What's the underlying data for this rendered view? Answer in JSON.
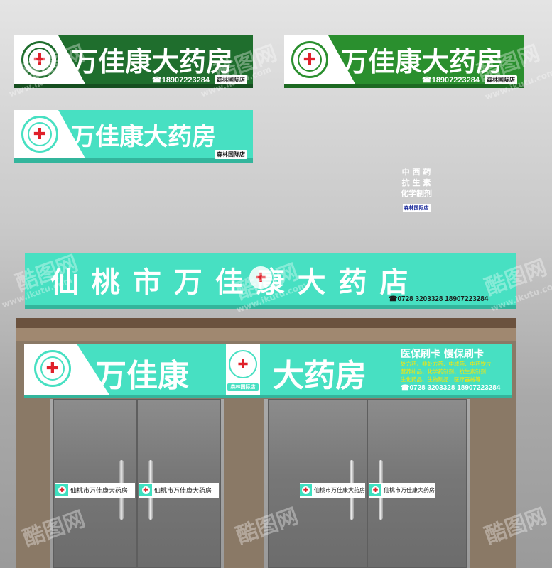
{
  "brand": {
    "store_name": "万佳康大药房",
    "phone_mobile": "☎18907223284",
    "branch": "森林国际店",
    "logo_text": "万佳康大药房",
    "logo_glyph": "✚"
  },
  "side_sign": {
    "lines": [
      "中 西 药",
      "抗 生 素",
      "化学制剂"
    ],
    "branch": "森林国际店"
  },
  "facade": {
    "upper_title": "仙 桃 市 万 佳 康 大 药 店",
    "upper_phone": "☎0728 3203328  18907223284",
    "lower_left_title": "万佳康",
    "lower_center_title": "大药房",
    "lower_branch": "森林国际店",
    "lower_right_heading": "医保刷卡 慢保刷卡",
    "lower_right_lines": [
      "处方药、非处方药、中成药、中药饮片",
      "营养补品、化学药制剂、抗生素制剂",
      "生化药品、生物制品、医疗器械等"
    ],
    "lower_right_phone": "☎0728 3203328  18907223284"
  },
  "door_strips": [
    "仙桃市万佳康大药房",
    "仙桃市万佳康大药房",
    "仙桃市万佳康大药房",
    "仙桃市万佳康大药房"
  ],
  "watermark": {
    "brand": "酷图网",
    "url": "www.ikutu.com"
  },
  "colors": {
    "dark_green": "#1f6e2d",
    "green": "#2a8f2e",
    "mint": "#47e0c2",
    "white": "#ffffff",
    "cross_red": "#e0202a",
    "door_frame": "#8a7966",
    "beam_dark": "#6b523e"
  }
}
